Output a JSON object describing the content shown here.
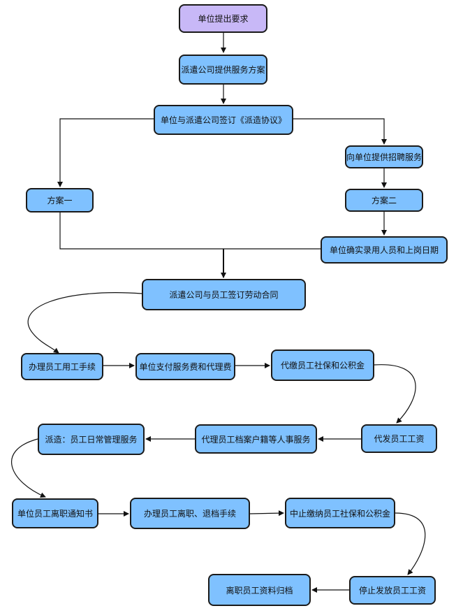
{
  "colors": {
    "node_fill": "#7fc1ff",
    "start_fill": "#c8b8f7",
    "border": "#1a1a1a",
    "line": "#111111"
  },
  "nodes": {
    "unit_request": "单位提出要求",
    "dispatch_provide_plan": "派遣公司提供服务方案",
    "sign_dispatch_agreement": "单位与派遣公司签订《派造协议》",
    "recruitment_service": "向单位提供招聘服务",
    "plan_one": "方案一",
    "plan_two": "方案二",
    "confirm_staff_date": "单位确实录用人员和上岗日期",
    "sign_labor_contract": "派遣公司与员工签订劳动合同",
    "employment_procedures": "办理员工用工手续",
    "pay_fees": "单位支付服务费和代理费",
    "pay_social_insurance": "代缴员工社保和公积金",
    "pay_wages": "代发员工工资",
    "personnel_services": "代理员工档案户籍等人事服务",
    "daily_management": "派造：员工日常管理服务",
    "resignation_notice": "单位员工离职通知书",
    "resignation_procedures": "办理员工离职、退档手续",
    "stop_social_insurance": "中止缴纳员工社保和公积金",
    "stop_wages": "停止发放员工工资",
    "archive_records": "离职员工资料归档"
  }
}
